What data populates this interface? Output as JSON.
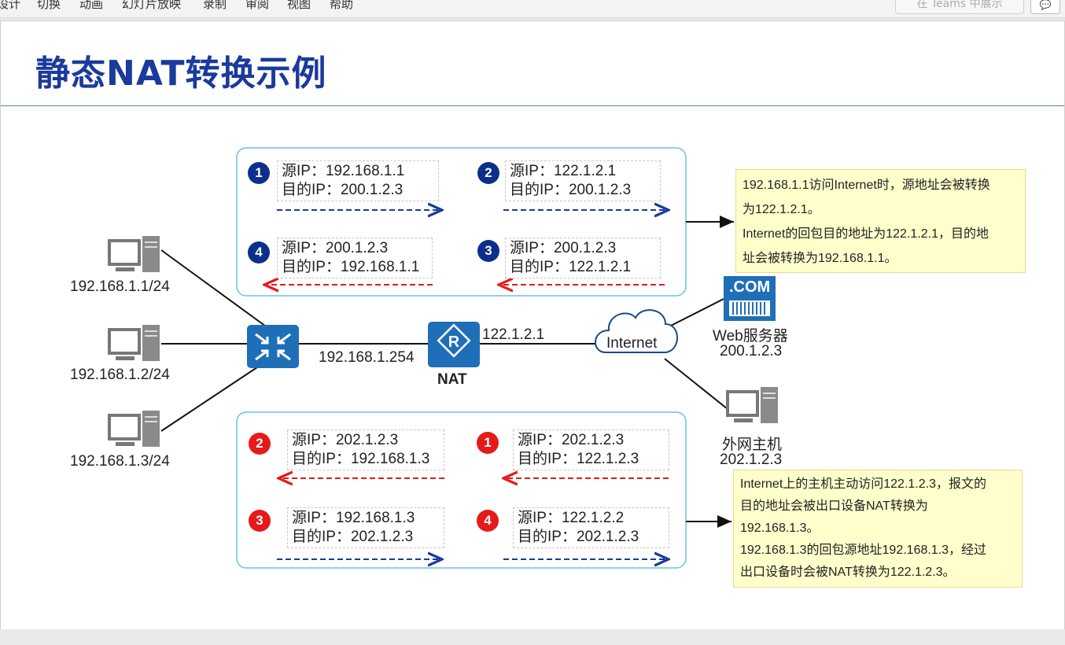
{
  "menu": [
    "设计",
    "切换",
    "动画",
    "幻灯片放映",
    "录制",
    "审阅",
    "视图",
    "帮助"
  ],
  "teams_button": "在 Teams 中展示",
  "slide": {
    "title": "静态NAT转换示例",
    "hosts": [
      "192.168.1.1/24",
      "192.168.1.2/24",
      "192.168.1.3/24"
    ],
    "lan_gateway": "192.168.1.254",
    "nat_label": "NAT",
    "nat_public_ip": "122.1.2.1",
    "internet_label": "Internet",
    "web_server": {
      "icon_text": ".COM",
      "name": "Web服务器",
      "ip": "200.1.2.3"
    },
    "external_host": {
      "name": "外网主机",
      "ip": "202.1.2.3"
    },
    "top_packets": [
      {
        "num": "1",
        "src": "源IP：192.168.1.1",
        "dst": "目的IP：200.1.2.3"
      },
      {
        "num": "2",
        "src": "源IP：122.1.2.1",
        "dst": "目的IP：200.1.2.3"
      },
      {
        "num": "4",
        "src": "源IP：200.1.2.3",
        "dst": "目的IP：192.168.1.1"
      },
      {
        "num": "3",
        "src": "源IP：200.1.2.3",
        "dst": "目的IP：122.1.2.1"
      }
    ],
    "bottom_packets": [
      {
        "num": "2",
        "src": "源IP：202.1.2.3",
        "dst": "目的IP：192.168.1.3"
      },
      {
        "num": "1",
        "src": "源IP：202.1.2.3",
        "dst": "目的IP：122.1.2.3"
      },
      {
        "num": "3",
        "src": "源IP：192.168.1.3",
        "dst": "目的IP：202.1.2.3"
      },
      {
        "num": "4",
        "src": "源IP：122.1.2.2",
        "dst": "目的IP：202.1.2.3"
      }
    ],
    "note_top": [
      "192.168.1.1访问Internet时，源地址会被转换",
      "为122.1.2.1。",
      "Internet的回包目的地址为122.1.2.1，目的地",
      "址会被转换为192.168.1.1。"
    ],
    "note_bottom": [
      "Internet上的主机主动访问122.1.2.3，报文的",
      "目的地址会被出口设备NAT转换为",
      "192.168.1.3。",
      "192.168.1.3的回包源地址192.168.1.3，经过",
      "出口设备时会被NAT转换为122.1.2.3。"
    ],
    "colors": {
      "title": "#1a3a9c",
      "device_blue": "#1e6fb8",
      "arrow_blue": "#1a3a9c",
      "arrow_red": "#e61a1a",
      "panel_border": "#6cc3e0",
      "note_bg": "#ffffcc"
    }
  }
}
